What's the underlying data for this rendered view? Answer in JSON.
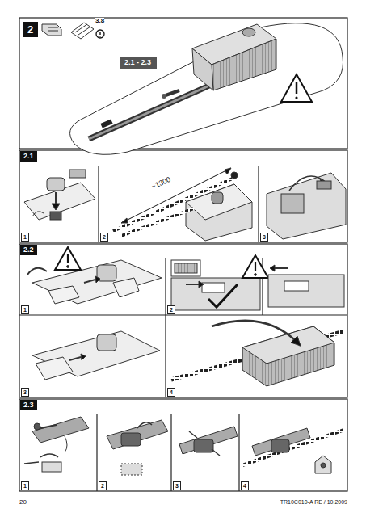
{
  "diagram": {
    "nodes": [
      {
        "text": [
          "2"
        ]
      },
      {
        "text": [
          "2.1 - 2.3"
        ]
      },
      {
        "text": [
          "2.1"
        ]
      },
      {
        "text": [
          "1"
        ]
      },
      {
        "text": [
          "2"
        ]
      },
      {
        "text": [
          "3"
        ]
      },
      {
        "text": [
          "2.2"
        ]
      },
      {
        "text": [
          "1"
        ]
      },
      {
        "text": [
          "2"
        ]
      },
      {
        "text": [
          "3"
        ]
      },
      {
        "text": [
          "4"
        ]
      },
      {
        "text": [
          "2.3"
        ]
      },
      {
        "text": [
          "1"
        ]
      },
      {
        "text": [
          "2"
        ]
      },
      {
        "text": [
          "3"
        ]
      },
      {
        "text": [
          "4"
        ]
      }
    ],
    "labels": [
      "3.8",
      "~1300",
      "20",
      "TR10C010-A RE / 10.2009"
    ]
  }
}
